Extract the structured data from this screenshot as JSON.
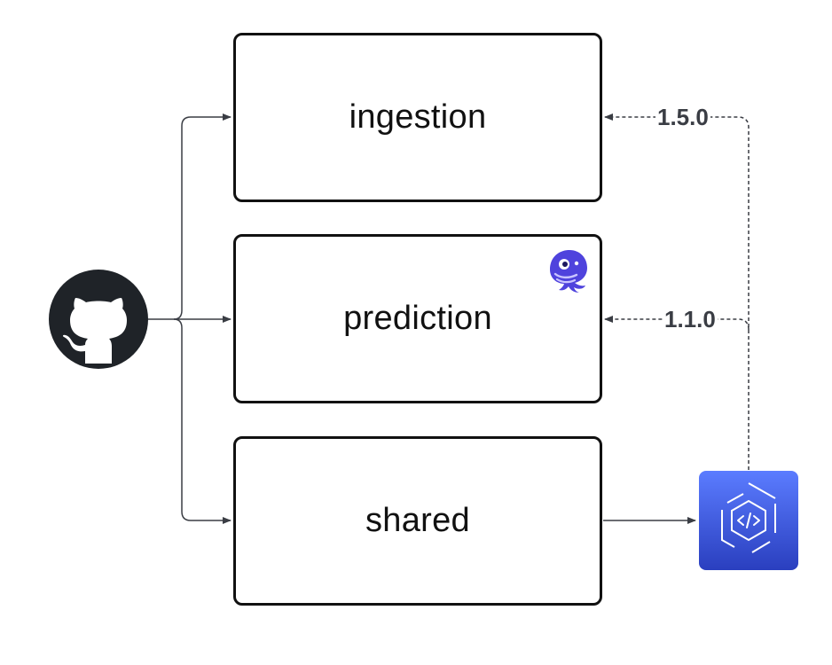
{
  "nodes": {
    "ingestion": {
      "label": "ingestion"
    },
    "prediction": {
      "label": "prediction"
    },
    "shared": {
      "label": "shared"
    }
  },
  "edges": {
    "ingestion_version": "1.5.0",
    "prediction_version": "1.1.0"
  },
  "icons": {
    "source": "github-icon",
    "orchestrator": "dagster-octopus-icon",
    "registry": "code-artifact-icon"
  },
  "colors": {
    "box_border": "#111111",
    "arrow": "#3a3d44",
    "registry_top": "#5b7cff",
    "registry_bottom": "#2a3fbf",
    "octopus": "#4f43dd"
  }
}
